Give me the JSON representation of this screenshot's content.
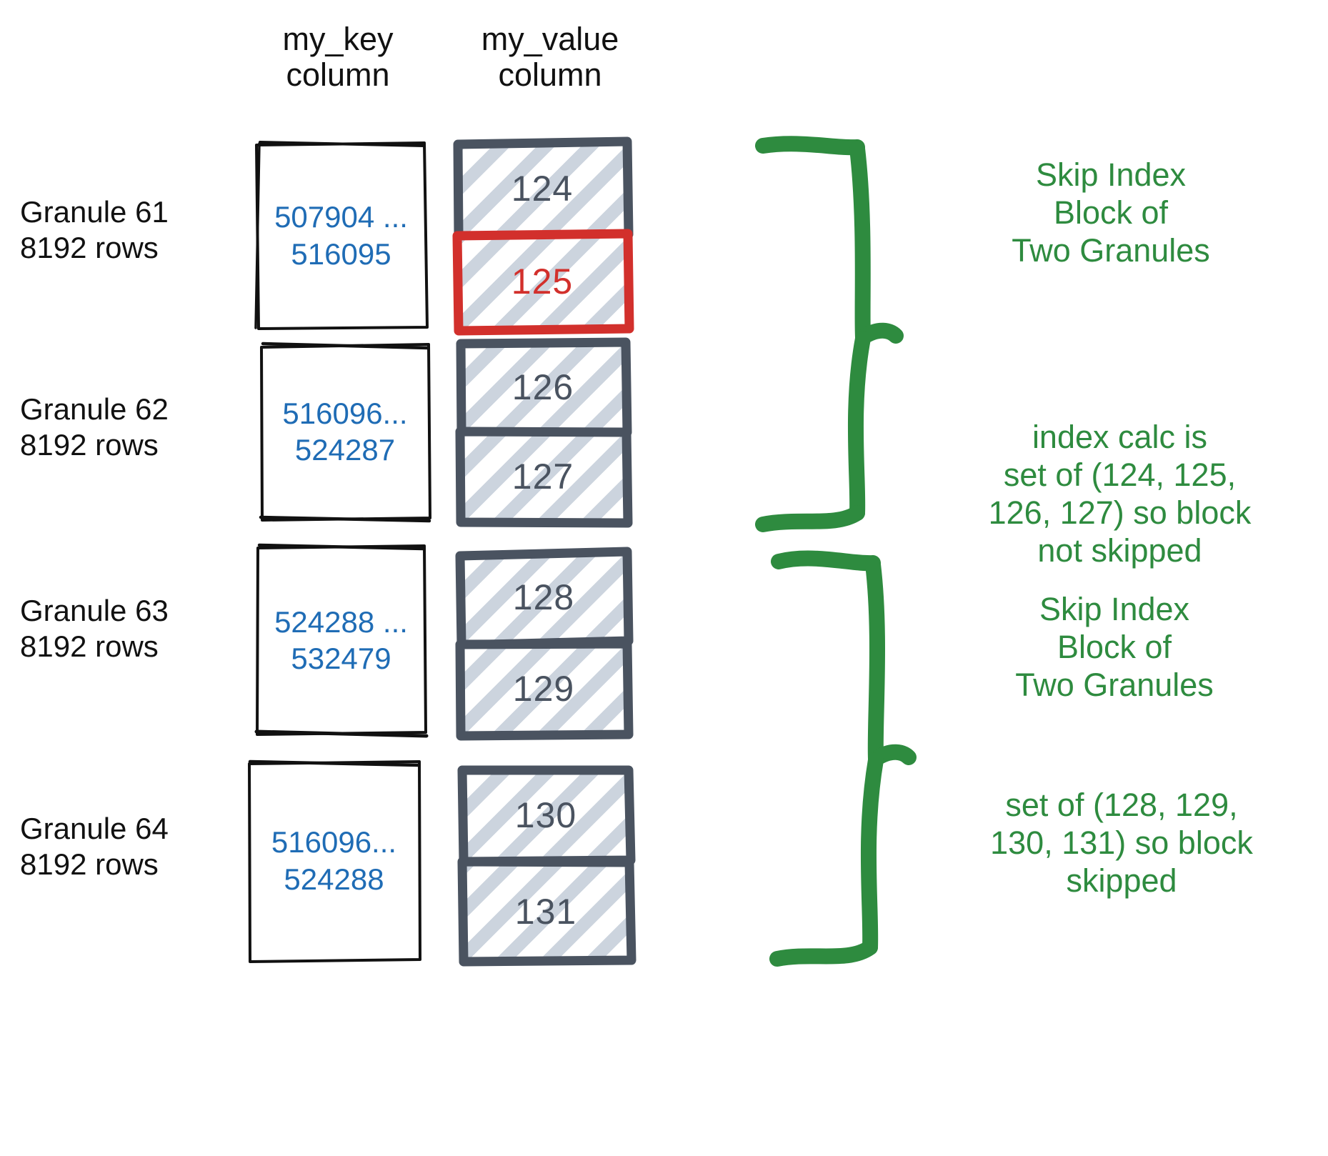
{
  "headers": {
    "key_column": "my_key\ncolumn",
    "value_column": "my_value\ncolumn"
  },
  "colors": {
    "key_text": "#1f6cb5",
    "value_border": "#4a5360",
    "value_text": "#4a5360",
    "alert": "#d2302c",
    "annotation": "#2e8b3f",
    "hatch": "#ccd4de",
    "label_text": "#111111"
  },
  "granules": [
    {
      "label": "Granule 61\n8192 rows",
      "key_range": "507904 ...\n516095",
      "values": [
        {
          "text": "124",
          "highlighted": false
        },
        {
          "text": "125",
          "highlighted": true
        }
      ]
    },
    {
      "label": "Granule 62\n8192 rows",
      "key_range": "516096...\n524287",
      "values": [
        {
          "text": "126",
          "highlighted": false
        },
        {
          "text": "127",
          "highlighted": false
        }
      ]
    },
    {
      "label": "Granule 63\n8192 rows",
      "key_range": "524288 ...\n532479",
      "values": [
        {
          "text": "128",
          "highlighted": false
        },
        {
          "text": "129",
          "highlighted": false
        }
      ]
    },
    {
      "label": "Granule 64\n8192 rows",
      "key_range": "516096...\n524288",
      "values": [
        {
          "text": "130",
          "highlighted": false
        },
        {
          "text": "131",
          "highlighted": false
        }
      ]
    }
  ],
  "annotations": [
    {
      "text": "Skip Index\nBlock of\nTwo Granules"
    },
    {
      "text": "index calc is\nset of (124, 125,\n126, 127) so block\nnot skipped"
    },
    {
      "text": "Skip Index\nBlock of\nTwo Granules"
    },
    {
      "text": "set of (128, 129,\n130, 131) so block\nskipped"
    }
  ]
}
